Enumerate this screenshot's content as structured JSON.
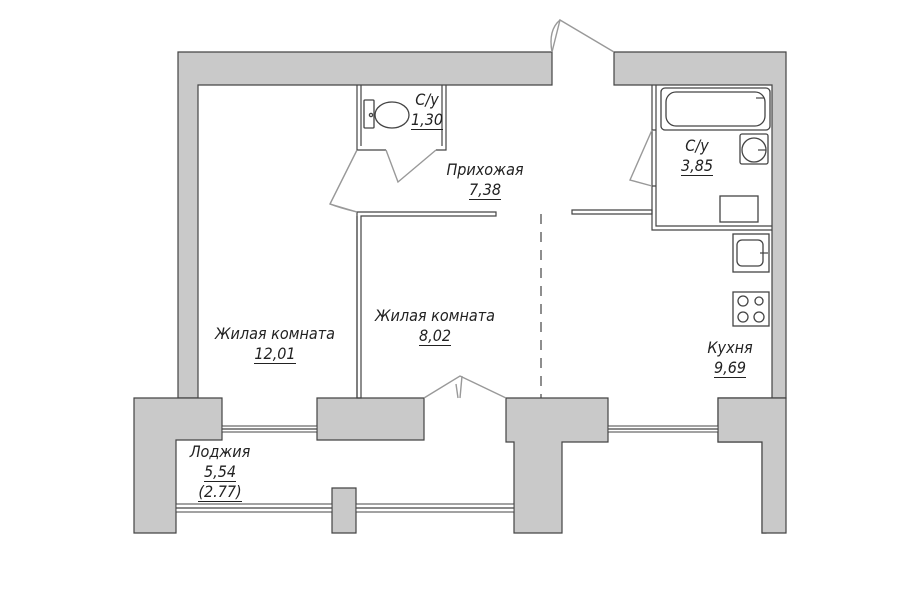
{
  "plan": {
    "rooms": [
      {
        "id": "toilet",
        "name": "С/у",
        "area": "1,30"
      },
      {
        "id": "bathroom",
        "name": "С/у",
        "area": "3,85"
      },
      {
        "id": "hallway",
        "name": "Прихожая",
        "area": "7,38"
      },
      {
        "id": "living-large",
        "name": "Жилая комната",
        "area": "12,01"
      },
      {
        "id": "living-small",
        "name": "Жилая комната",
        "area": "8,02"
      },
      {
        "id": "kitchen",
        "name": "Кухня",
        "area": "9,69"
      },
      {
        "id": "loggia",
        "name": "Лоджия",
        "area": "5,54",
        "reduced_area": "(2.77)"
      }
    ]
  }
}
